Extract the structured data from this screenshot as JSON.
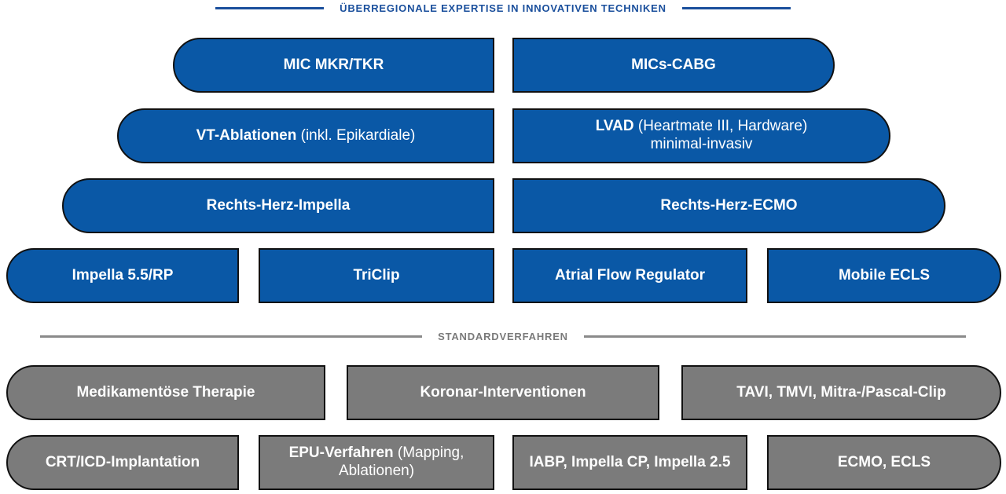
{
  "colors": {
    "blue_box": "#0a58a6",
    "gray_box": "#7b7b7b",
    "blue_rule": "#1a4f9c",
    "gray_rule": "#8a8a8a",
    "border": "#111111"
  },
  "sections": {
    "innovative_title": "ÜBERREGIONALE EXPERTISE IN INNOVATIVEN TECHNIKEN",
    "standard_title": "STANDARDVERFAHREN"
  },
  "innovative": {
    "mic_mkr": "MIC MKR/TKR",
    "mics_cabg": "MICs-CABG",
    "vt_ablation_bold": "VT-Ablationen",
    "vt_ablation_note": " (inkl. Epikardiale)",
    "lvad_bold": "LVAD",
    "lvad_note": " (Heartmate III, Hardware)",
    "lvad_line2": "minimal-invasiv",
    "rh_impella": "Rechts-Herz-Impella",
    "rh_ecmo": "Rechts-Herz-ECMO",
    "impella55": "Impella 5.5/RP",
    "triclip": "TriClip",
    "afr": "Atrial Flow Regulator",
    "mobile_ecls": "Mobile ECLS"
  },
  "standard": {
    "medikamentoes": "Medikamentöse Therapie",
    "koronar": "Koronar-Interventionen",
    "tavi": "TAVI, TMVI, Mitra-/Pascal-Clip",
    "crt": "CRT/ICD-Implantation",
    "epu_bold": "EPU-Verfahren",
    "epu_note": " (Mapping,",
    "epu_line2": "Ablationen)",
    "iabp": "IABP, Impella CP, Impella 2.5",
    "ecmo": "ECMO, ECLS"
  }
}
